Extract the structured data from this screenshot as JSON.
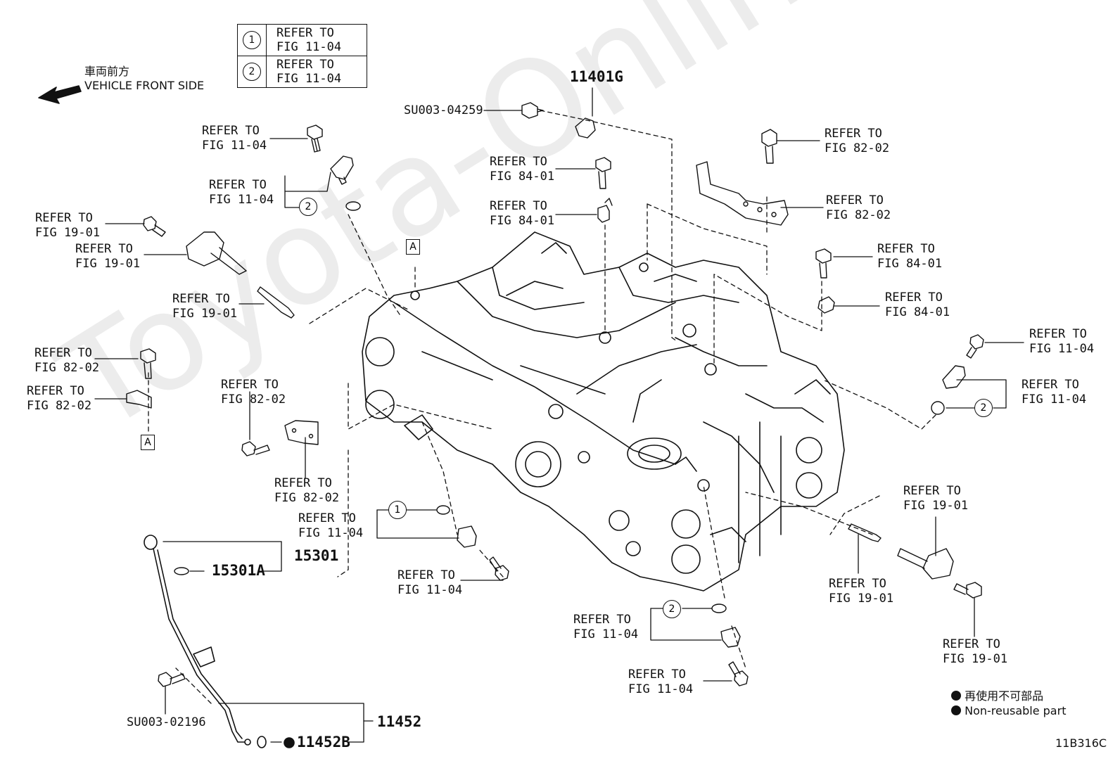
{
  "orientation": {
    "label_jp": "車両前方",
    "label_en": "VEHICLE FRONT SIDE",
    "arrow_icon": "left-arrow-icon"
  },
  "watermark": "Toyota-Online.ru",
  "ref_table": [
    {
      "marker": "1",
      "line1": "REFER TO",
      "line2": "FIG 11-04"
    },
    {
      "marker": "2",
      "line1": "REFER TO",
      "line2": "FIG 11-04"
    }
  ],
  "callouts": [
    {
      "l1": "REFER TO",
      "l2": "FIG 11-04"
    },
    {
      "l1": "REFER TO",
      "l2": "FIG 11-04"
    },
    {
      "l1": "REFER TO",
      "l2": "FIG 19-01"
    },
    {
      "l1": "REFER TO",
      "l2": "FIG 19-01"
    },
    {
      "l1": "REFER TO",
      "l2": "FIG 19-01"
    },
    {
      "l1": "REFER TO",
      "l2": "FIG 82-02"
    },
    {
      "l1": "REFER TO",
      "l2": "FIG 82-02"
    },
    {
      "l1": "REFER TO",
      "l2": "FIG 82-02"
    },
    {
      "l1": "REFER TO",
      "l2": "FIG 82-02"
    },
    {
      "l1": "REFER TO",
      "l2": "FIG 84-01"
    },
    {
      "l1": "REFER TO",
      "l2": "FIG 84-01"
    },
    {
      "l1": "REFER TO",
      "l2": "FIG 82-02"
    },
    {
      "l1": "REFER TO",
      "l2": "FIG 82-02"
    },
    {
      "l1": "REFER TO",
      "l2": "FIG 84-01"
    },
    {
      "l1": "REFER TO",
      "l2": "FIG 84-01"
    },
    {
      "l1": "REFER TO",
      "l2": "FIG 11-04"
    },
    {
      "l1": "REFER TO",
      "l2": "FIG 11-04"
    },
    {
      "l1": "REFER TO",
      "l2": "FIG 11-04"
    },
    {
      "l1": "REFER TO",
      "l2": "FIG 11-04"
    },
    {
      "l1": "REFER TO",
      "l2": "FIG 19-01"
    },
    {
      "l1": "REFER TO",
      "l2": "FIG 19-01"
    },
    {
      "l1": "REFER TO",
      "l2": "FIG 19-01"
    },
    {
      "l1": "REFER TO",
      "l2": "FIG 11-04"
    },
    {
      "l1": "REFER TO",
      "l2": "FIG 11-04"
    }
  ],
  "part_numbers": {
    "p11401G": "11401G",
    "su003_04259": "SU003-04259",
    "p15301": "15301",
    "p15301A": "15301A",
    "su003_02196": "SU003-02196",
    "p11452": "11452",
    "p11452B": "11452B"
  },
  "markers": {
    "box_a": "A",
    "circle_1": "1",
    "circle_2": "2"
  },
  "legend": {
    "jp": "再使用不可部品",
    "en": "Non-reusable part"
  },
  "figure_code": "11B316C"
}
